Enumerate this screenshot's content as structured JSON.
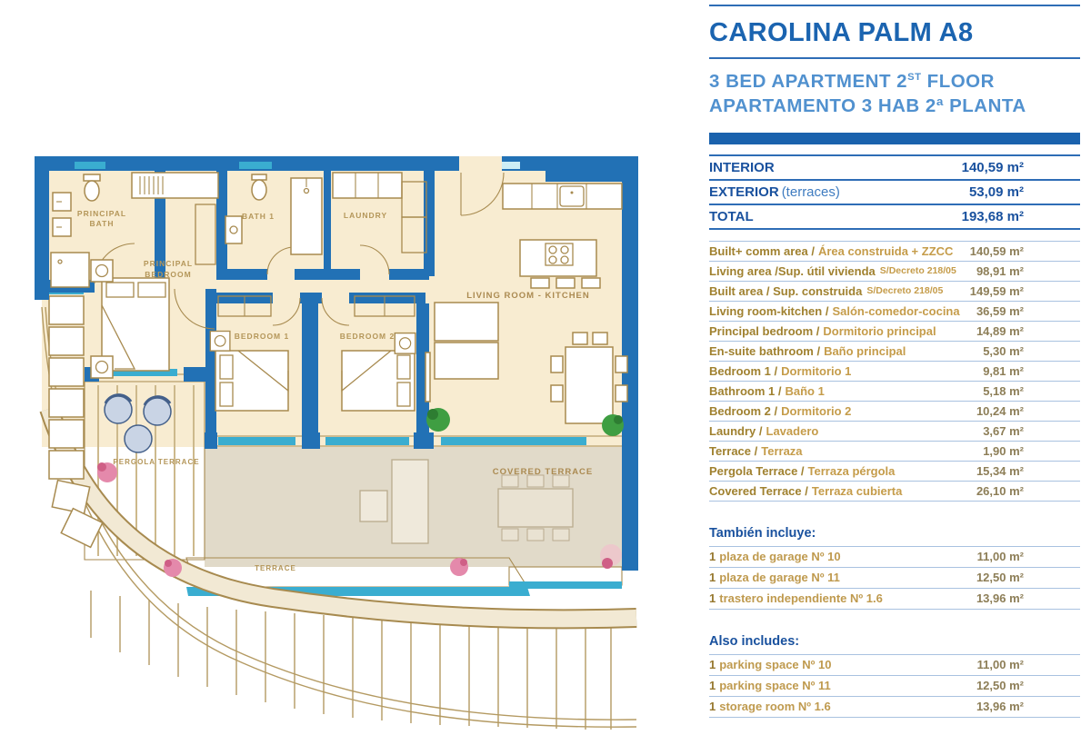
{
  "colors": {
    "brand_blue": "#1a62ad",
    "light_blue": "#5191cf",
    "gold_dark": "#a0812f",
    "gold_light": "#c59c4a",
    "wall_blue": "#2271b5",
    "window_teal": "#3aadd0"
  },
  "plan": {
    "rooms": {
      "principal_bath_l1": "PRINCIPAL",
      "principal_bath_l2": "BATH",
      "principal_bedroom_l1": "PRINCIPAL",
      "principal_bedroom_l2": "BEDROOM",
      "bath1": "BATH 1",
      "laundry": "LAUNDRY",
      "bedroom1": "BEDROOM 1",
      "bedroom2": "BEDROOM 2",
      "living": "LIVING ROOM - KITCHEN",
      "pergola_terrace": "PERGOLA TERRACE",
      "covered_terrace": "COVERED TERRACE",
      "terrace": "TERRACE"
    }
  },
  "panel": {
    "title": "CAROLINA PALM A8",
    "subtitle_en_1": "3 BED APARTMENT 2",
    "subtitle_en_sup": "ST",
    "subtitle_en_2": " FLOOR",
    "subtitle_es": "APARTAMENTO 3 HAB 2ª PLANTA",
    "summary": [
      {
        "label": "INTERIOR",
        "suffix": "",
        "value": "140,59 m²"
      },
      {
        "label": "EXTERIOR",
        "suffix": "(terraces)",
        "value": "53,09 m²"
      },
      {
        "label": "TOTAL",
        "suffix": "",
        "value": "193,68 m²"
      }
    ],
    "details": [
      {
        "en": "Built+ comm  area /",
        "es": "Área construida + ZZCC",
        "value": "140,59 m²"
      },
      {
        "en": "Living area /Sup. útil vivienda",
        "es": "",
        "note": "S/Decreto 218/05",
        "value": "98,91 m²"
      },
      {
        "en": "Built area / Sup. construida",
        "es": "",
        "note": "S/Decreto 218/05",
        "value": "149,59 m²"
      },
      {
        "en": "Living room-kitchen /",
        "es": "Salón-comedor-cocina",
        "value": "36,59 m²"
      },
      {
        "en": "Principal bedroom /",
        "es": "Dormitorio principal",
        "value": "14,89 m²"
      },
      {
        "en": "En-suite bathroom /",
        "es": "Baño principal",
        "value": "5,30 m²"
      },
      {
        "en": "Bedroom 1 /",
        "es": "Dormitorio 1",
        "value": "9,81 m²"
      },
      {
        "en": "Bathroom 1 /",
        "es": "Baño 1",
        "value": "5,18 m²"
      },
      {
        "en": "Bedroom 2 /",
        "es": "Dormitorio 2",
        "value": "10,24 m²"
      },
      {
        "en": "Laundry /",
        "es": "Lavadero",
        "value": "3,67 m²"
      },
      {
        "en": "Terrace /",
        "es": "Terraza",
        "value": "1,90 m²"
      },
      {
        "en": "Pergola Terrace /",
        "es": "Terraza pérgola",
        "value": "15,34 m²"
      },
      {
        "en": "Covered Terrace /",
        "es": "Terraza cubierta",
        "value": "26,10 m²"
      }
    ],
    "also_es": {
      "heading": "También incluye:",
      "rows": [
        {
          "num": "1",
          "label": "plaza de garage Nº 10",
          "value": "11,00 m²"
        },
        {
          "num": "1",
          "label": "plaza de garage Nº 11",
          "value": "12,50 m²"
        },
        {
          "num": "1",
          "label": "trastero independiente Nº 1.6",
          "value": "13,96 m²"
        }
      ]
    },
    "also_en": {
      "heading": "Also includes:",
      "rows": [
        {
          "num": "1",
          "label": "parking space Nº 10",
          "value": "11,00 m²"
        },
        {
          "num": "1",
          "label": "parking space Nº 11",
          "value": "12,50 m²"
        },
        {
          "num": "1",
          "label": "storage room Nº 1.6",
          "value": "13,96 m²"
        }
      ]
    }
  }
}
